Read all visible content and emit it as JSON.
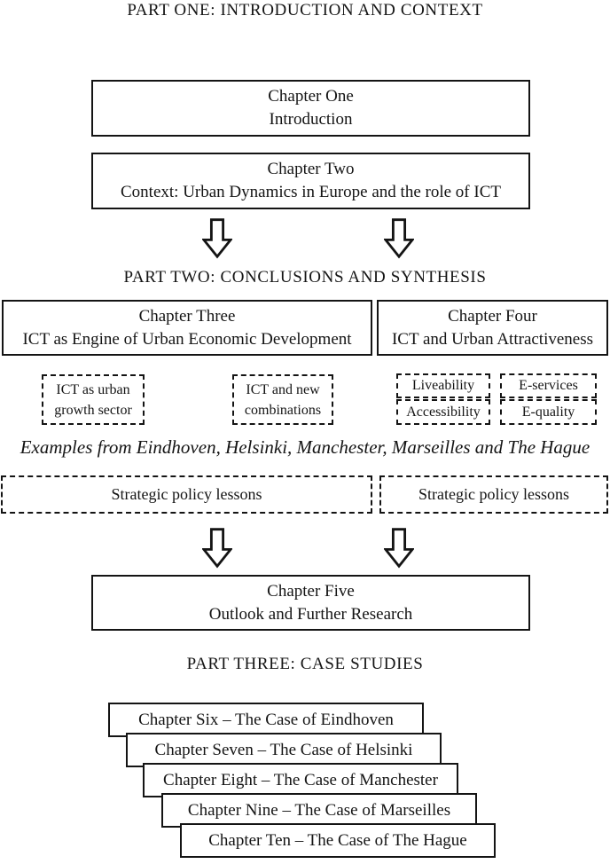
{
  "colors": {
    "ink": "#141414",
    "background": "#ffffff"
  },
  "part_one": {
    "heading": "PART ONE: INTRODUCTION AND CONTEXT",
    "chapter_one": {
      "title": "Chapter One",
      "subtitle": "Introduction"
    },
    "chapter_two": {
      "title": "Chapter Two",
      "subtitle": "Context: Urban Dynamics in Europe and the role of ICT"
    }
  },
  "part_two": {
    "heading": "PART TWO: CONCLUSIONS AND SYNTHESIS",
    "chapter_three": {
      "title": "Chapter Three",
      "subtitle": "ICT as Engine of Urban Economic Development"
    },
    "chapter_four": {
      "title": "Chapter Four",
      "subtitle": "ICT and Urban Attractiveness"
    },
    "topics": {
      "growth_sector": "ICT as urban\ngrowth sector",
      "new_combinations": "ICT and new\ncombinations",
      "liveability": "Liveability",
      "e_services": "E-services",
      "accessibility": "Accessibility",
      "e_quality": "E-quality"
    },
    "examples_note": "Examples from Eindhoven, Helsinki, Manchester, Marseilles and The Hague",
    "policy_lessons_left": "Strategic policy lessons",
    "policy_lessons_right": "Strategic policy lessons",
    "chapter_five": {
      "title": "Chapter Five",
      "subtitle": "Outlook and Further Research"
    }
  },
  "part_three": {
    "heading": "PART THREE: CASE STUDIES",
    "cases": [
      "Chapter Six – The Case of Eindhoven",
      "Chapter Seven – The Case of Helsinki",
      "Chapter Eight – The Case of Manchester",
      "Chapter Nine – The Case of Marseilles",
      "Chapter Ten – The Case of The Hague"
    ]
  },
  "icons": {
    "down_arrow": "down-arrow"
  }
}
